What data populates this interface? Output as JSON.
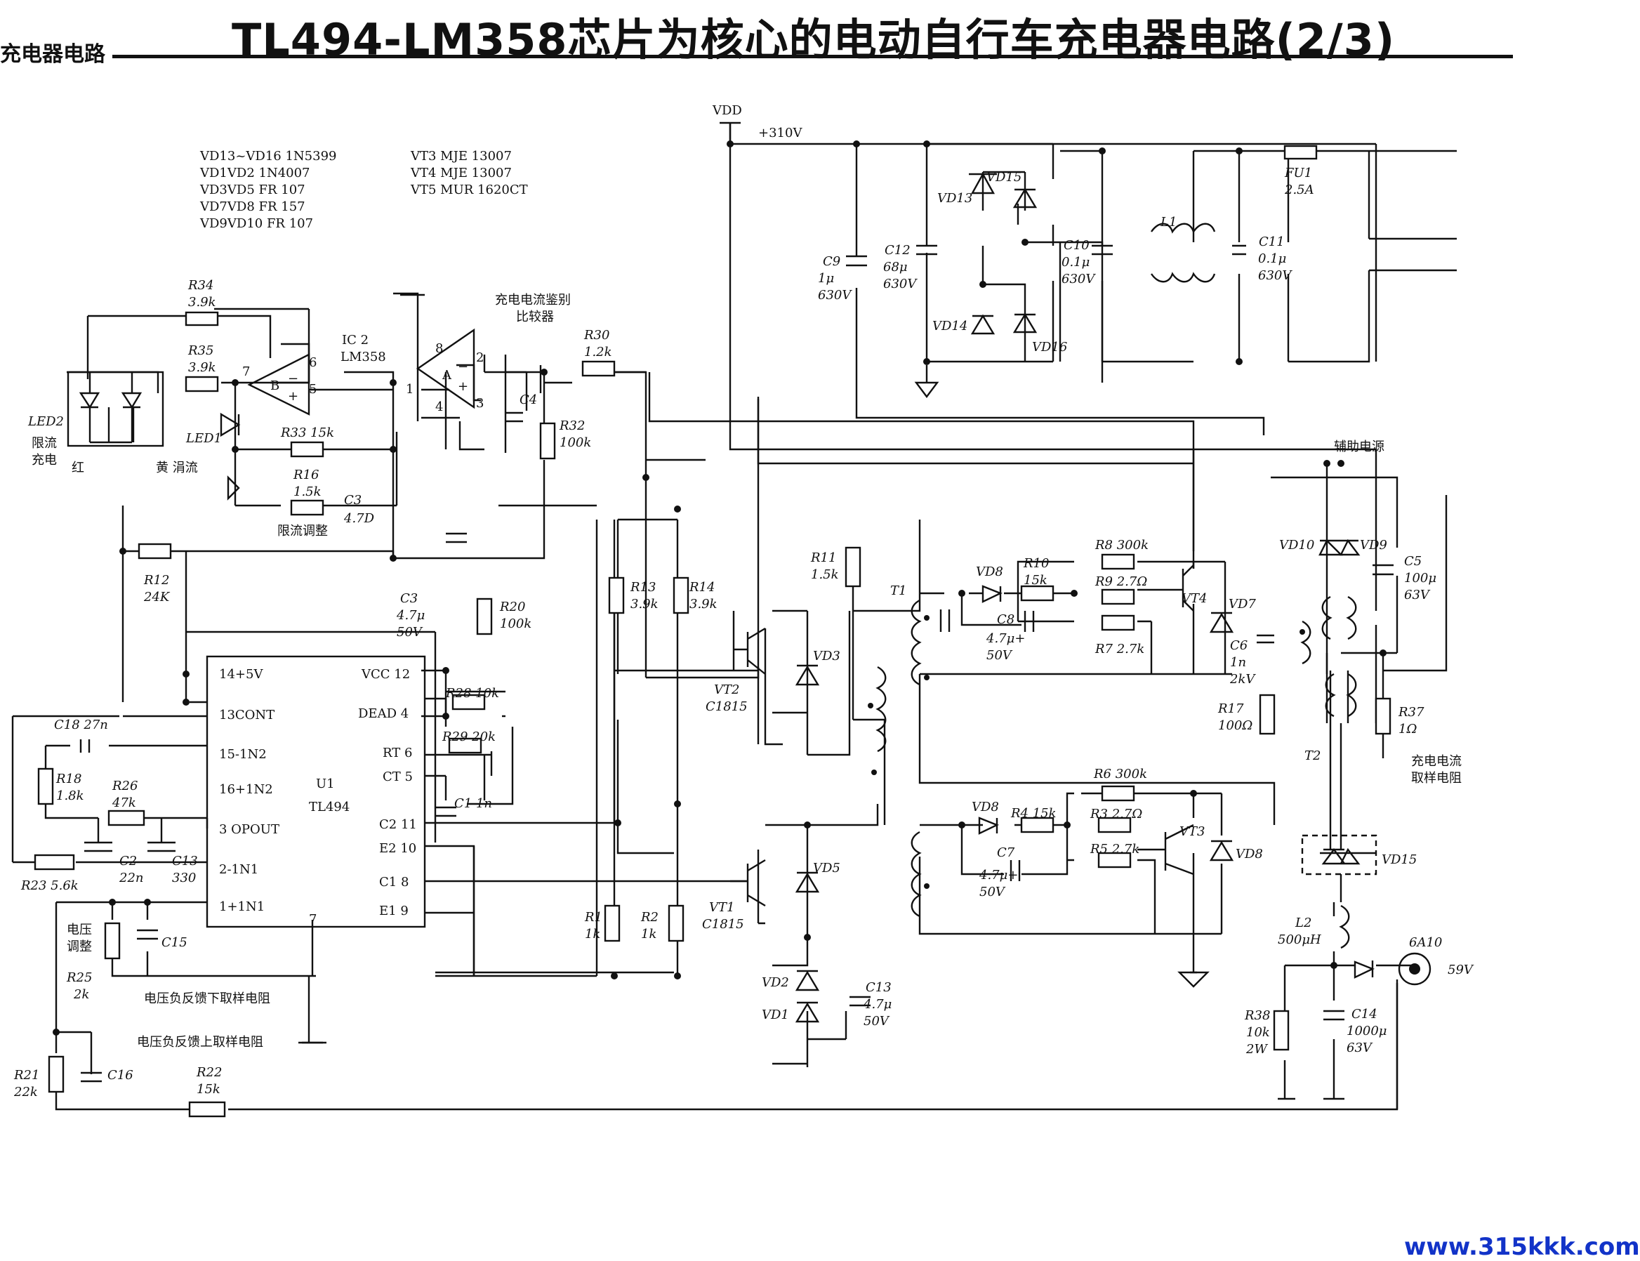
{
  "header": {
    "left_fragment": "充电器电路",
    "title": "TL494-LM358芯片为核心的电动自行车充电器电路(2/3)"
  },
  "watermark": "www.315kkk.com",
  "parts_list": [
    "VD13~VD16  1N5399",
    "VD1VD2  1N4007",
    "VD3VD5  FR 107",
    "VD7VD8  FR 157",
    "VD9VD10  FR 107"
  ],
  "transistor_list": [
    "VT3  MJE 13007",
    "VT4  MJE 13007",
    "VT5 MUR 1620CT"
  ],
  "nets": {
    "vdd": "VDD",
    "hv": "+310V"
  },
  "notes": {
    "comparator": [
      "充电电流鉴别",
      "比较器"
    ],
    "aux_power": "辅助电源",
    "sense_resistor": [
      "充电电流",
      "取样电阻"
    ],
    "fb_lower": "电压负反馈下取样电阻",
    "fb_upper": "电压负反馈上取样电阻",
    "volt_adj": [
      "电压",
      "调整"
    ],
    "current_limit_adj": "限流调整",
    "led2_desc": [
      "限流",
      "充电"
    ],
    "red": "红",
    "yellow_trickle": "黄  涓流"
  },
  "ic1": {
    "ref": "U1",
    "part": "TL494",
    "left_pins": [
      "14+5V",
      "13CONT",
      "15-1N2",
      "16+1N2",
      "3 OPOUT",
      "2-1N1",
      "1+1N1"
    ],
    "right_pins": [
      "VCC 12",
      "DEAD 4",
      "RT 6",
      "CT 5",
      "C2 11",
      "E2 10",
      "C1 8",
      "E1 9"
    ],
    "bottom_pin": "7"
  },
  "ic2": {
    "ref": "IC 2",
    "part": "LM358",
    "opA": "A",
    "opB": "B",
    "pins": [
      "8",
      "2",
      "3",
      "4",
      "1",
      "6",
      "5",
      "7"
    ],
    "minus": "−",
    "plus": "+"
  },
  "labels": {
    "R34": [
      "R34",
      "3.9k"
    ],
    "R35": [
      "R35",
      "3.9k"
    ],
    "R33": [
      "R33  15k"
    ],
    "R16": [
      "R16",
      "1.5k"
    ],
    "C3a": [
      "C3",
      "4.7D"
    ],
    "R12": [
      "R12",
      "24K"
    ],
    "R30": [
      "R30",
      "1.2k"
    ],
    "R32": [
      "R32",
      "100k"
    ],
    "C4": [
      "C4"
    ],
    "C3b": [
      "C3",
      "4.7μ",
      "50V"
    ],
    "R20": [
      "R20",
      "100k"
    ],
    "R28": [
      "R28  10k"
    ],
    "R29": [
      "R29  20k"
    ],
    "C1": [
      "C1  1n"
    ],
    "C18": [
      "C18  27n"
    ],
    "R18": [
      "R18",
      "1.8k"
    ],
    "R26": [
      "R26",
      "47k"
    ],
    "C2": [
      "C2",
      "22n"
    ],
    "C13b": [
      "C13",
      "330"
    ],
    "R23": [
      "R23  5.6k"
    ],
    "C15": [
      "C15"
    ],
    "R25": [
      "R25",
      "2k"
    ],
    "R21": [
      "R21",
      "22k"
    ],
    "C16": [
      "C16"
    ],
    "R22": [
      "R22",
      "15k"
    ],
    "R13": [
      "R13",
      "3.9k"
    ],
    "R14": [
      "R14",
      "3.9k"
    ],
    "R1": [
      "R1",
      "1k"
    ],
    "R2": [
      "R2",
      "1k"
    ],
    "R11": [
      "R11",
      "1.5k"
    ],
    "VT2": [
      "VT2",
      "C1815"
    ],
    "VT1": [
      "VT1",
      "C1815"
    ],
    "VD3": [
      "VD3"
    ],
    "VD5": [
      "VD5"
    ],
    "VD2": [
      "VD2"
    ],
    "VD1": [
      "VD1"
    ],
    "C13": [
      "C13",
      "4.7μ",
      "50V"
    ],
    "T1": [
      "T1"
    ],
    "C9": [
      "C9",
      "1μ",
      "630V"
    ],
    "C12": [
      "C12",
      "68μ",
      "630V"
    ],
    "VD13": [
      "VD13"
    ],
    "VD15top": [
      "VD15"
    ],
    "VD14": [
      "VD14"
    ],
    "VD16": [
      "VD16"
    ],
    "C10": [
      "C10",
      "0.1μ",
      "630V"
    ],
    "L1": [
      "L1"
    ],
    "C11": [
      "C11",
      "0.1μ",
      "630V"
    ],
    "FU1": [
      "FU1",
      "2.5A"
    ],
    "VD8a": [
      "VD8"
    ],
    "R10": [
      "R10",
      "15k"
    ],
    "R8": [
      "R8  300k"
    ],
    "R9": [
      "R9  2.7Ω"
    ],
    "VT4": [
      "VT4"
    ],
    "VD7": [
      "VD7"
    ],
    "C8": [
      "C8",
      "4.7μ+",
      "50V"
    ],
    "R7": [
      "R7  2.7k"
    ],
    "C6": [
      "C6",
      "1n",
      "2kV"
    ],
    "R17": [
      "R17",
      "100Ω"
    ],
    "R6": [
      "R6  300k"
    ],
    "VD8b": [
      "VD8"
    ],
    "R4": [
      "R4  15k"
    ],
    "R3": [
      "R3  2.7Ω"
    ],
    "VT3": [
      "VT3"
    ],
    "VD8c": [
      "VD8"
    ],
    "C7": [
      "C7",
      "4.7μ+",
      "50V"
    ],
    "R5": [
      "R5  2.7k"
    ],
    "VD10": [
      "VD10"
    ],
    "VD9": [
      "VD9"
    ],
    "C5": [
      "C5",
      "100μ",
      "63V"
    ],
    "R37": [
      "R37",
      "1Ω"
    ],
    "T2": [
      "T2"
    ],
    "VD15": [
      "VD15"
    ],
    "L2": [
      "L2",
      "500μH"
    ],
    "LAMP": [
      "6A10"
    ],
    "OUT": [
      "59V"
    ],
    "R38": [
      "R38",
      "10k",
      "2W"
    ],
    "C14": [
      "C14",
      "1000μ",
      "63V"
    ],
    "LED2": [
      "LED2"
    ],
    "LED1": [
      "LED1"
    ]
  }
}
